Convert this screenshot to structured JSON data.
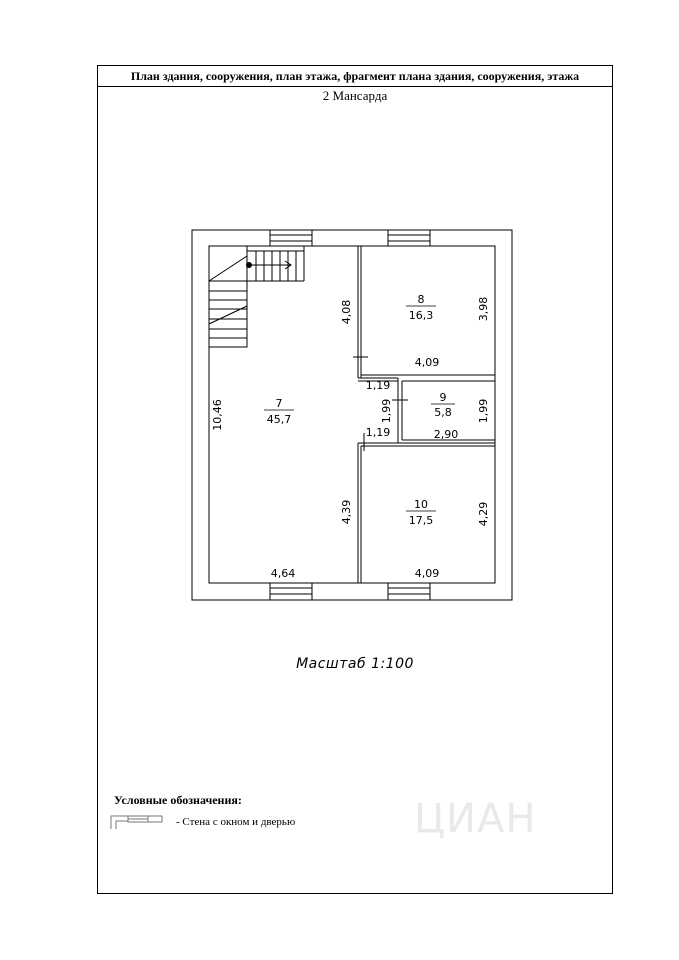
{
  "header": {
    "title": "План здания, сооружения, план этажа, фрагмент плана здания, сооружения, этажа",
    "floor": "2 Мансарда"
  },
  "rooms": [
    {
      "number": "7",
      "area": "45,7"
    },
    {
      "number": "8",
      "area": "16,3"
    },
    {
      "number": "9",
      "area": "5,8"
    },
    {
      "number": "10",
      "area": "17,5"
    }
  ],
  "dimensions": {
    "room7_height": "10,46",
    "room7_width": "4,64",
    "room7_upper": "4,08",
    "room7_lower": "4,39",
    "room8_height": "3,98",
    "room8_width": "4,09",
    "corridor_top": "1,19",
    "corridor_mid": "1,99",
    "corridor_bottom": "1,19",
    "room9_height": "1,99",
    "room9_width": "2,90",
    "room10_height": "4,29",
    "room10_width": "4,09"
  },
  "scale": "Масштаб 1:100",
  "legend": {
    "title": "Условные обозначения:",
    "item": "- Стена с окном и дверью"
  },
  "watermark": "ЦИАН"
}
